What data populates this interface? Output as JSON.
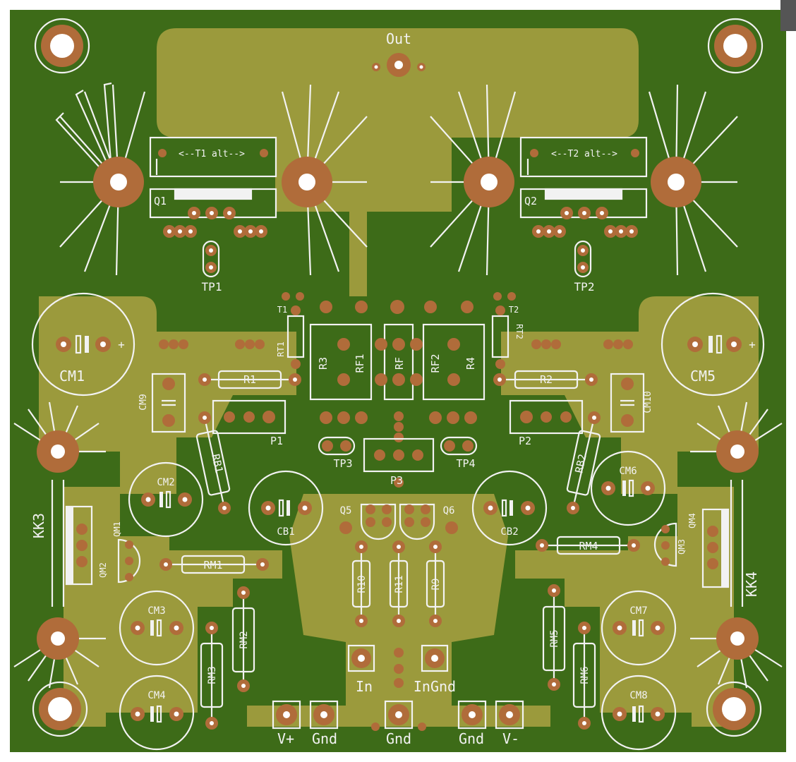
{
  "board": {
    "labels": {
      "out": "Out",
      "t1_alt": "<--T1 alt-->",
      "t2_alt": "<--T2 alt-->",
      "q1": "Q1",
      "q2": "Q2",
      "tp1": "TP1",
      "tp2": "TP2",
      "tp3": "TP3",
      "tp4": "TP4",
      "t1": "T1",
      "t2": "T2",
      "rt1": "RT1",
      "rt2": "RT2",
      "cm1": "CM1",
      "cm5": "CM5",
      "r1": "R1",
      "r2": "R2",
      "r3": "R3",
      "r4": "R4",
      "rf1": "RF1",
      "rf": "RF",
      "rf2": "RF2",
      "cm9": "CM9",
      "cm10": "CM10",
      "p1": "P1",
      "p2": "P2",
      "p3": "P3",
      "rb1": "RB1",
      "rb2": "RB2",
      "cm2": "CM2",
      "cm6": "CM6",
      "cb1": "CB1",
      "cb2": "CB2",
      "q5": "Q5",
      "q6": "Q6",
      "kk3": "KK3",
      "kk4": "KK4",
      "qm1": "QM1",
      "qm2": "QM2",
      "qm3": "QM3",
      "qm4": "QM4",
      "rm1": "RM1",
      "rm4": "RM4",
      "r10": "R10",
      "r11": "R11",
      "r9": "R9",
      "cm3": "CM3",
      "cm7": "CM7",
      "rm2": "RM2",
      "rm3": "RM3",
      "rm5": "RM5",
      "rm6": "RM6",
      "cm4": "CM4",
      "cm8": "CM8",
      "in": "In",
      "ingnd": "InGnd",
      "vplus": "V+",
      "gnd_left": "Gnd",
      "gnd_center": "Gnd",
      "gnd_right": "Gnd",
      "vminus": "V-",
      "plus": "+"
    },
    "colors": {
      "board_green": "#3d6b18",
      "ground_pour": "#9b9a3c",
      "copper_pad": "#b06c3a",
      "silkscreen": "#f2f2f2"
    }
  }
}
